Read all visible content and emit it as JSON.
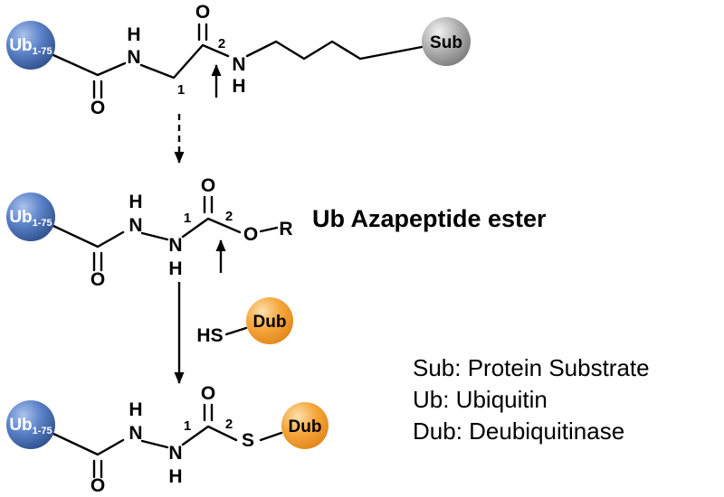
{
  "title": "Ub Azapeptide ester",
  "spheres": {
    "ub": {
      "label": "Ub",
      "subscript": "1-75",
      "color": "#4c74b8"
    },
    "sub": {
      "label": "Sub",
      "color": "#a8a8a8"
    },
    "dub": {
      "label": "Dub",
      "color": "#f5a63c"
    }
  },
  "atoms": {
    "O": "O",
    "N": "N",
    "H": "H",
    "S": "S",
    "HS": "HS",
    "R": "R"
  },
  "positions": {
    "p1": "1",
    "p2": "2"
  },
  "legend": {
    "sub": "Sub: Protein Substrate",
    "ub": "Ub: Ubiquitin",
    "dub": "Dub: Deubiquitinase"
  },
  "colors": {
    "bond": "#000000",
    "background": "#ffffff",
    "ub_sphere": "#4c74b8",
    "sub_sphere": "#a8a8a8",
    "dub_sphere": "#f5a63c"
  }
}
